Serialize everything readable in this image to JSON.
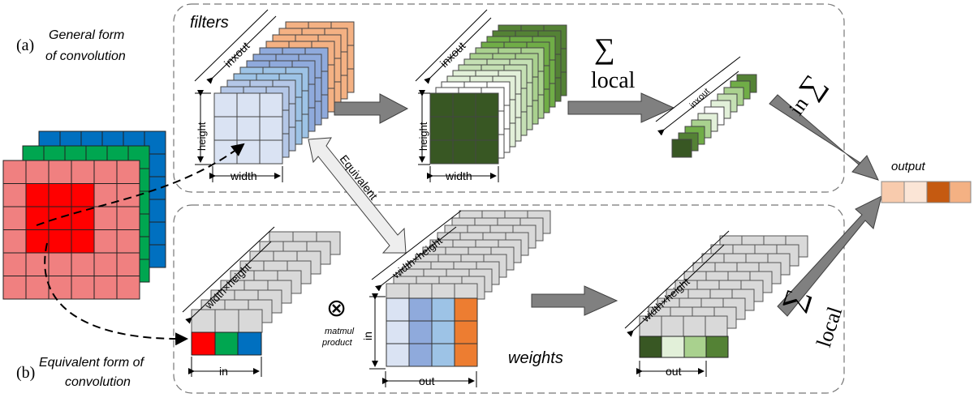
{
  "panel_a": {
    "marker": "(a)",
    "caption_line1": "General form",
    "caption_line2": "of convolution",
    "filters_title": "filters",
    "dim_inxout": "inxout",
    "dim_height": "height",
    "dim_width": "width",
    "sum_symbol": "∑",
    "sum_local": "local",
    "sum_in": "in"
  },
  "panel_b": {
    "marker": "(b)",
    "caption_line1": "Equivalent form of",
    "caption_line2": "convolution",
    "dim_wxh": "width×height",
    "dim_in": "in",
    "dim_out": "out",
    "otimes": "⊗",
    "matmul_line1": "matmul",
    "matmul_line2": "product",
    "weights_title": "weights",
    "sum_symbol": "∑",
    "sum_local": "local"
  },
  "equivalent_label": "Equivalent",
  "output_label": "output",
  "colors": {
    "input_red": "#f08080",
    "input_red_dark": "#ff0000",
    "input_green": "#00a650",
    "input_blue": "#0070c0",
    "orange_filter": "#f4b183",
    "blue_light": "#dae3f3",
    "blue_mid": "#8faadc",
    "green_dark": "#385723",
    "green_mid": "#a9d18e",
    "green_pale": "#e2f0d9",
    "gray_brick": "#d9d9d9",
    "arrow_gray": "#808080",
    "out_1": "#f8cbad",
    "out_2": "#fbe5d6",
    "out_3": "#c55a11",
    "out_4": "#f4b183",
    "orange_col": "#ed7d31"
  }
}
